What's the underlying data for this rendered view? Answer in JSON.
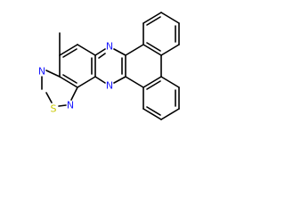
{
  "atoms": {
    "n_top": "N",
    "n_bottom": "N",
    "n_thiadiazole_upper": "N",
    "n_thiadiazole_lower": "N",
    "s_thiadiazole": "S"
  },
  "colors": {
    "bond": "#000000",
    "nitrogen": "#1a1aff",
    "sulfur": "#c8c800",
    "background": "#ffffff"
  }
}
